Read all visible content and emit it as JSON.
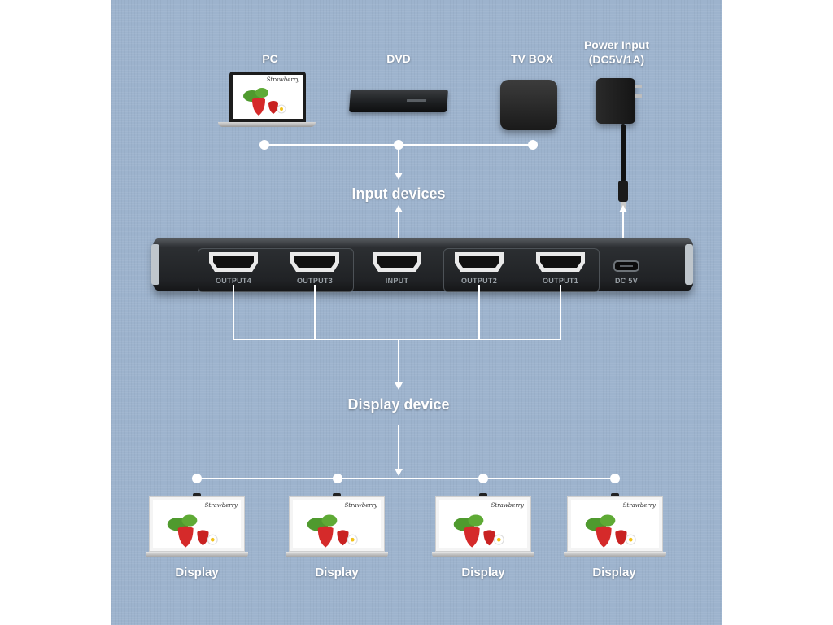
{
  "sources": {
    "pc_label": "PC",
    "dvd_label": "DVD",
    "tvbox_label": "TV BOX",
    "power_label_line1": "Power Input",
    "power_label_line2": "(DC5V/1A)"
  },
  "labels": {
    "input_devices": "Input devices",
    "display_device": "Display device"
  },
  "splitter": {
    "ports": [
      "OUTPUT4",
      "OUTPUT3",
      "INPUT",
      "OUTPUT2",
      "OUTPUT1"
    ],
    "dc_label": "DC 5V"
  },
  "screen_brand": "Strawberry",
  "displays": [
    "Display",
    "Display",
    "Display",
    "Display"
  ],
  "colors": {
    "background": "#9db3cd",
    "wire": "#ffffff",
    "device_body": "#202225"
  }
}
